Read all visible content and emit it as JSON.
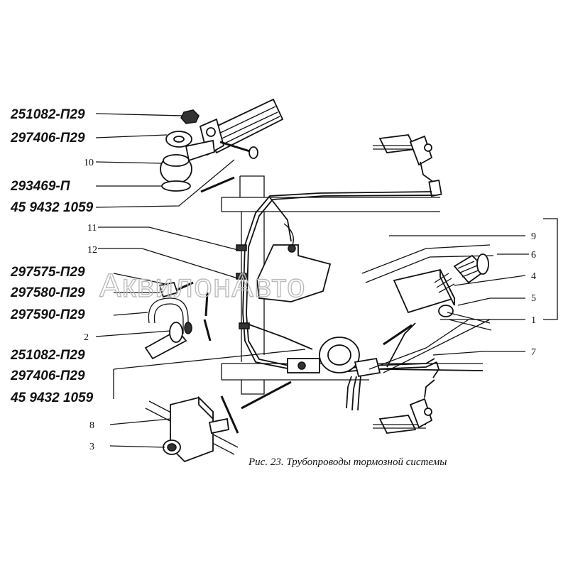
{
  "labels": {
    "pn_251082_top": "251082-П29",
    "pn_297406_top": "297406-П29",
    "num_10": "10",
    "pn_293469": "293469-П",
    "pn_459432_top": "45 9432 1059",
    "num_11": "11",
    "num_12": "12",
    "pn_297575": "297575-П29",
    "pn_297580": "297580-П29",
    "pn_297590": "297590-П29",
    "num_2": "2",
    "pn_251082_bot": "251082-П29",
    "pn_297406_bot": "297406-П29",
    "pn_459432_bot": "45 9432 1059",
    "num_8": "8",
    "num_3": "3",
    "num_9": "9",
    "num_6": "6",
    "num_4": "4",
    "num_5": "5",
    "num_1": "1",
    "num_7": "7"
  },
  "caption": "Рис. 23. Трубопроводы тормозной системы",
  "watermark": "АквилонАвто"
}
